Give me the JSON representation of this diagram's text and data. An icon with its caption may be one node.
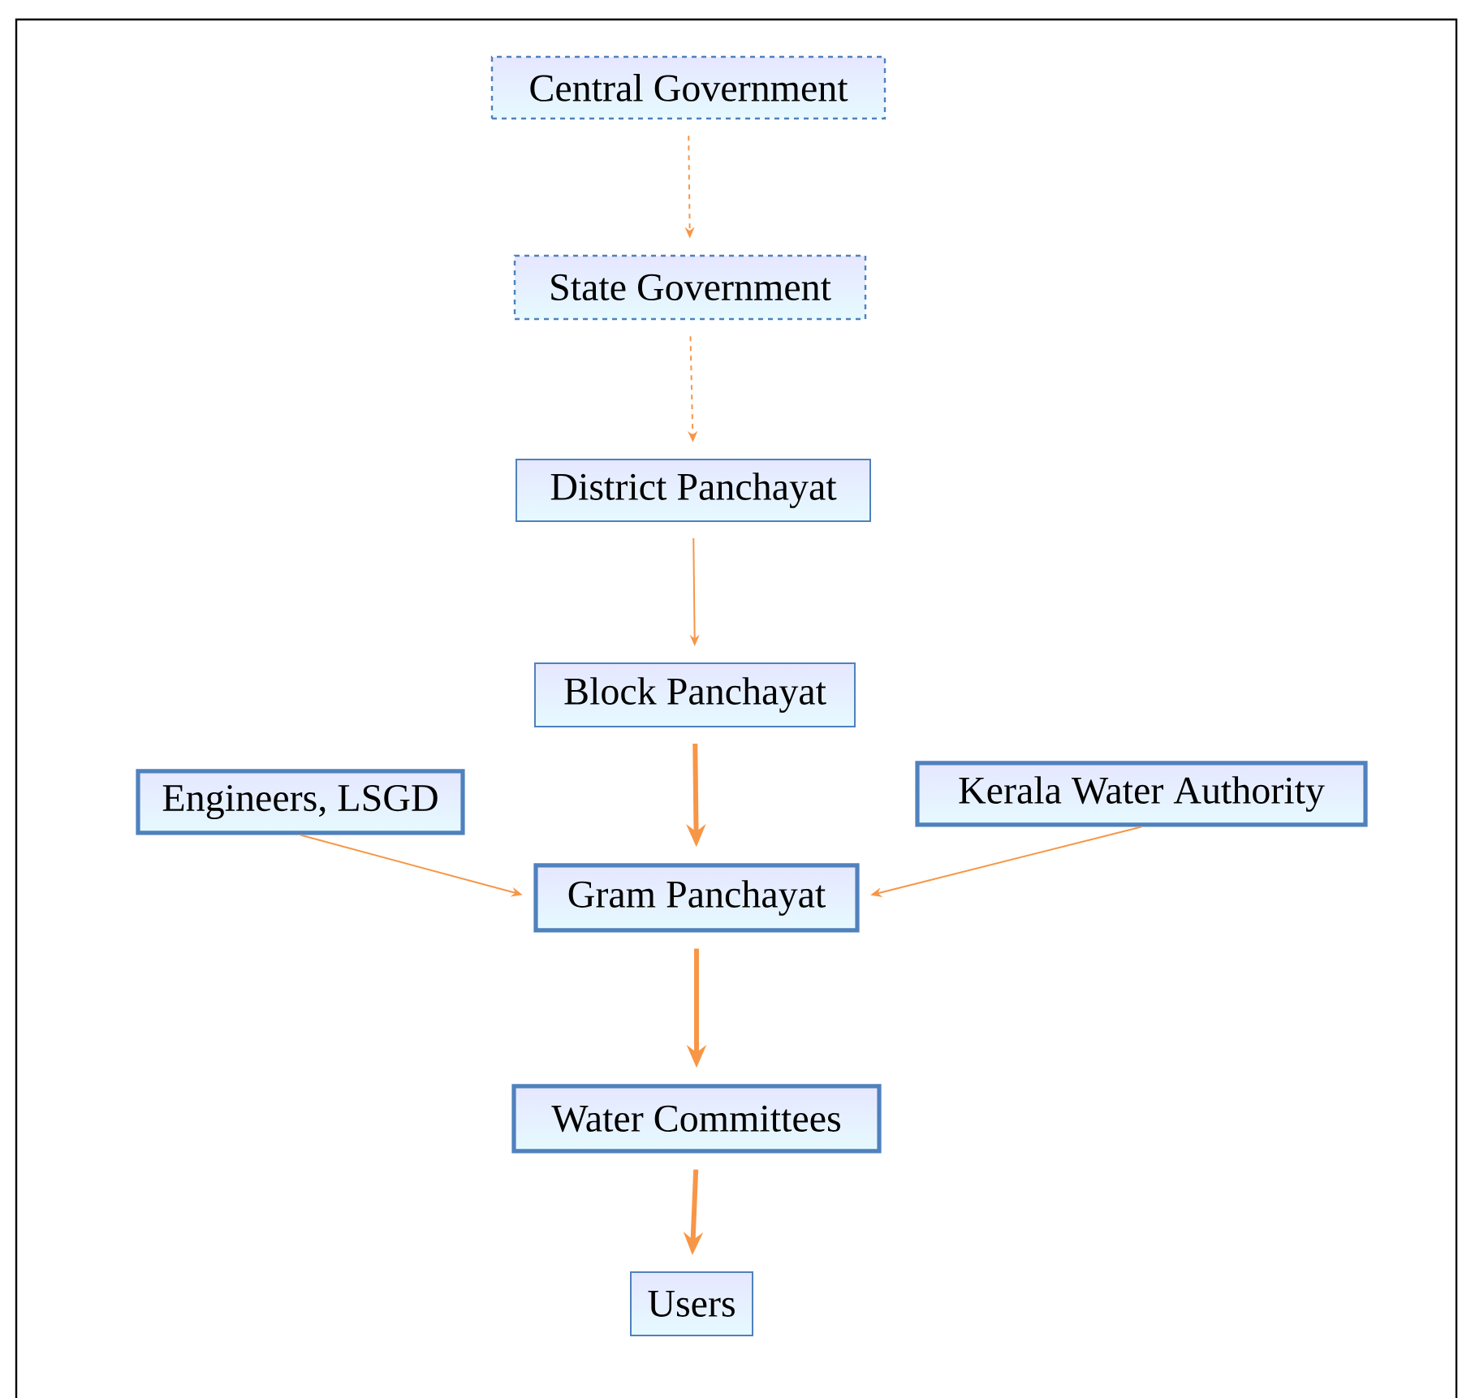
{
  "diagram": {
    "nodes": [
      {
        "text": [
          "Central Government"
        ]
      },
      {
        "text": [
          "State Government"
        ]
      },
      {
        "text": [
          "District Panchayat"
        ]
      },
      {
        "text": [
          "Block Panchayat"
        ]
      },
      {
        "text": [
          "Engineers, LSGD"
        ]
      },
      {
        "text": [
          "Kerala Water Authority"
        ]
      },
      {
        "text": [
          "Gram Panchayat"
        ]
      },
      {
        "text": [
          "Water Committees"
        ]
      },
      {
        "text": [
          "Users"
        ]
      }
    ],
    "edges": [
      {
        "from": 0,
        "to": 1,
        "arrow": "to",
        "style": "dashed"
      },
      {
        "from": 1,
        "to": 2,
        "arrow": "to",
        "style": "dashed"
      },
      {
        "from": 2,
        "to": 3,
        "arrow": "to"
      },
      {
        "from": 3,
        "to": 6,
        "arrow": "to",
        "style": "thick"
      },
      {
        "from": 4,
        "to": 6,
        "arrow": "to"
      },
      {
        "from": 5,
        "to": 6,
        "arrow": "to"
      },
      {
        "from": 6,
        "to": 7,
        "arrow": "to",
        "style": "thick"
      },
      {
        "from": 7,
        "to": 8,
        "arrow": "to",
        "style": "thick"
      }
    ]
  }
}
